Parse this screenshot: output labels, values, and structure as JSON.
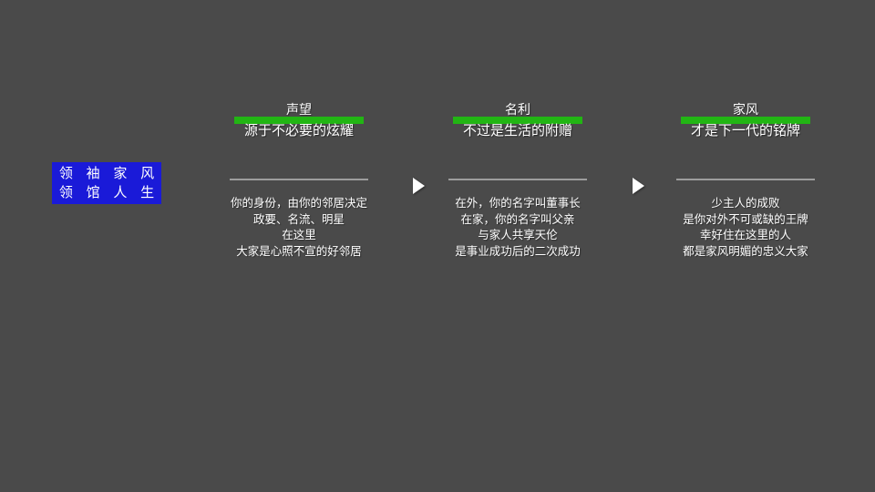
{
  "slide": {
    "background_color": "#4a4a4a",
    "accent_green": "#22b514",
    "title_block_color": "#1a1ad8",
    "text_color": "#ffffff",
    "divider_color": "#9d9d9d"
  },
  "title_block": {
    "line1": "领 袖 家 风",
    "line2": "领 馆 人 生"
  },
  "arrows": [
    {
      "name": "arrow-1",
      "glyph": "triangle-right-icon"
    },
    {
      "name": "arrow-2",
      "glyph": "triangle-right-icon"
    }
  ],
  "columns": [
    {
      "title": "声望",
      "subtitle": "源于不必要的炫耀",
      "body": [
        "你的身份，由你的邻居决定",
        "政要、名流、明星",
        "在这里",
        "大家是心照不宣的好邻居"
      ]
    },
    {
      "title": "名利",
      "subtitle": "不过是生活的附赠",
      "body": [
        "在外，你的名字叫董事长",
        "在家，你的名字叫父亲",
        "与家人共享天伦",
        "是事业成功后的二次成功"
      ]
    },
    {
      "title": "家风",
      "subtitle": "才是下一代的铭牌",
      "body": [
        "少主人的成败",
        "是你对外不可或缺的王牌",
        "幸好住在这里的人",
        "都是家风明媚的忠义大家"
      ]
    }
  ]
}
